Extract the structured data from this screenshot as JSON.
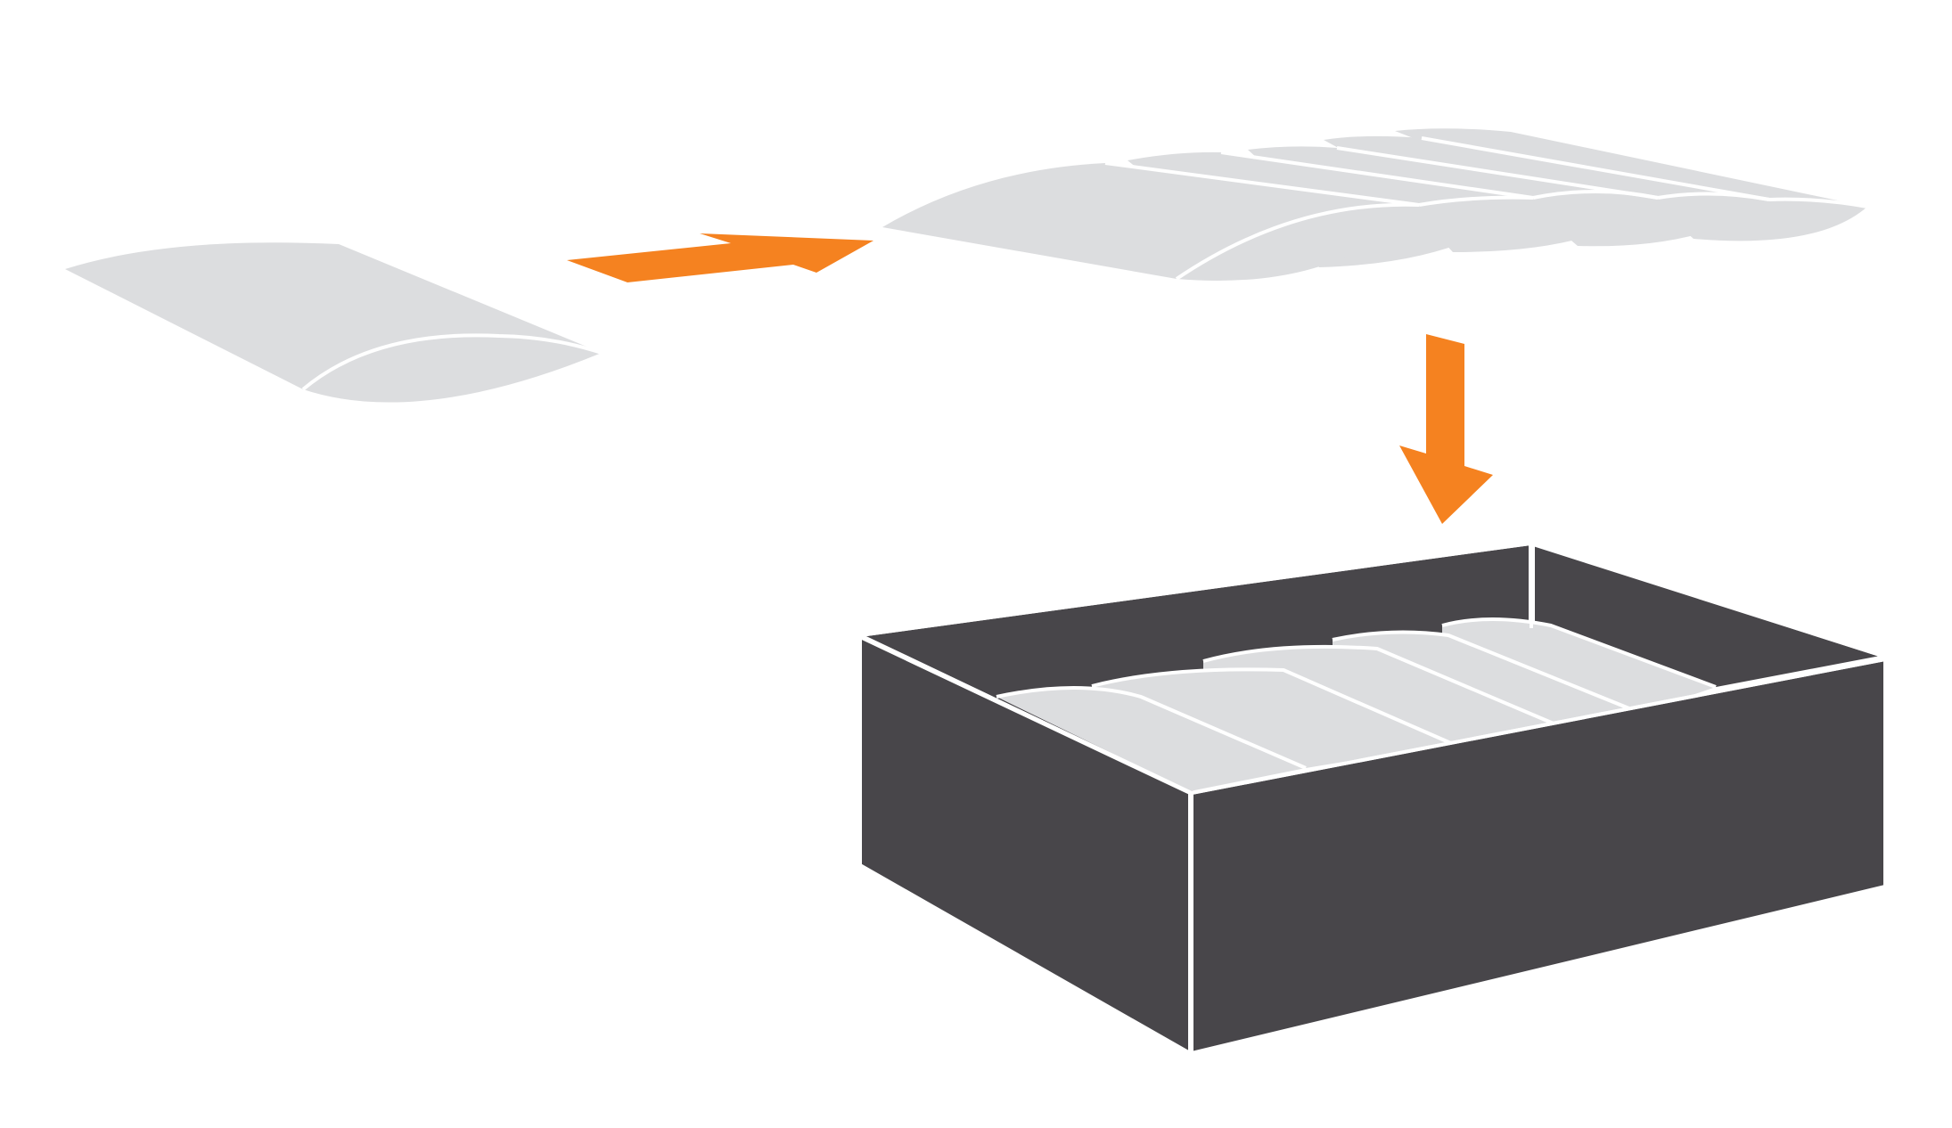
{
  "diagram": {
    "steps": [
      {
        "id": "single-pouch",
        "icon": "pouch-icon"
      },
      {
        "id": "pouch-stack",
        "icon": "pouch-stack-icon",
        "count": 5
      },
      {
        "id": "packed-box",
        "icon": "box-icon",
        "count": 5
      }
    ],
    "arrows": [
      {
        "id": "arrow-to-stack",
        "direction": "right",
        "icon": "arrow-right-icon"
      },
      {
        "id": "arrow-to-box",
        "direction": "down",
        "icon": "arrow-down-icon"
      }
    ],
    "colors": {
      "pouch": "#dcdddf",
      "arrow": "#f58220",
      "box": "#48464a",
      "outline": "#ffffff"
    }
  }
}
